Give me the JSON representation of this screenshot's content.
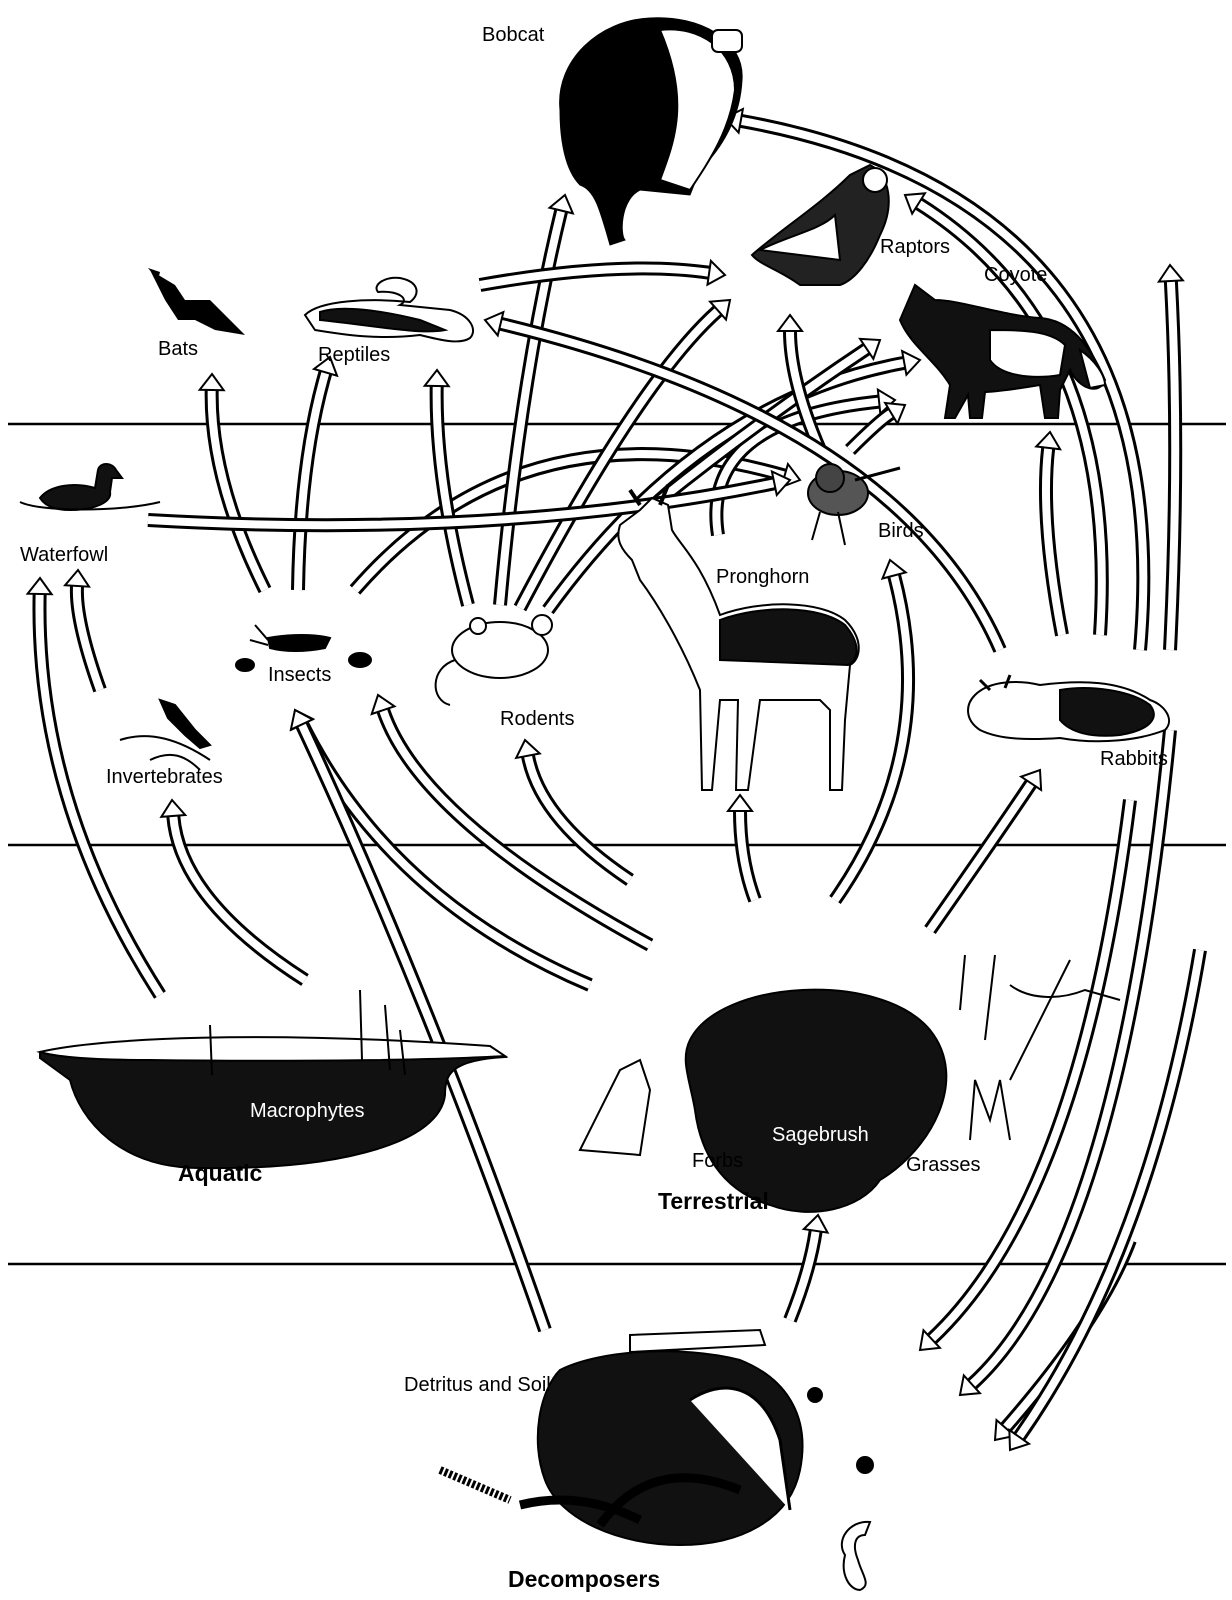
{
  "organisms": {
    "bobcat": "Bobcat",
    "raptors": "Raptors",
    "coyote": "Coyote",
    "bats": "Bats",
    "reptiles": "Reptiles",
    "birds": "Birds",
    "waterfowl": "Waterfowl",
    "pronghorn": "Pronghorn",
    "insects": "Insects",
    "rodents": "Rodents",
    "invertebrates": "Invertebrates",
    "rabbits": "Rabbits"
  },
  "producers": {
    "macrophytes": "Macrophytes",
    "sagebrush": "Sagebrush",
    "forbs": "Forbs",
    "grasses": "Grasses"
  },
  "groups": {
    "aquatic": "Aquatic",
    "terrestrial": "Terrestrial",
    "detritus": "Detritus and Soil",
    "decomposers": "Decomposers"
  }
}
